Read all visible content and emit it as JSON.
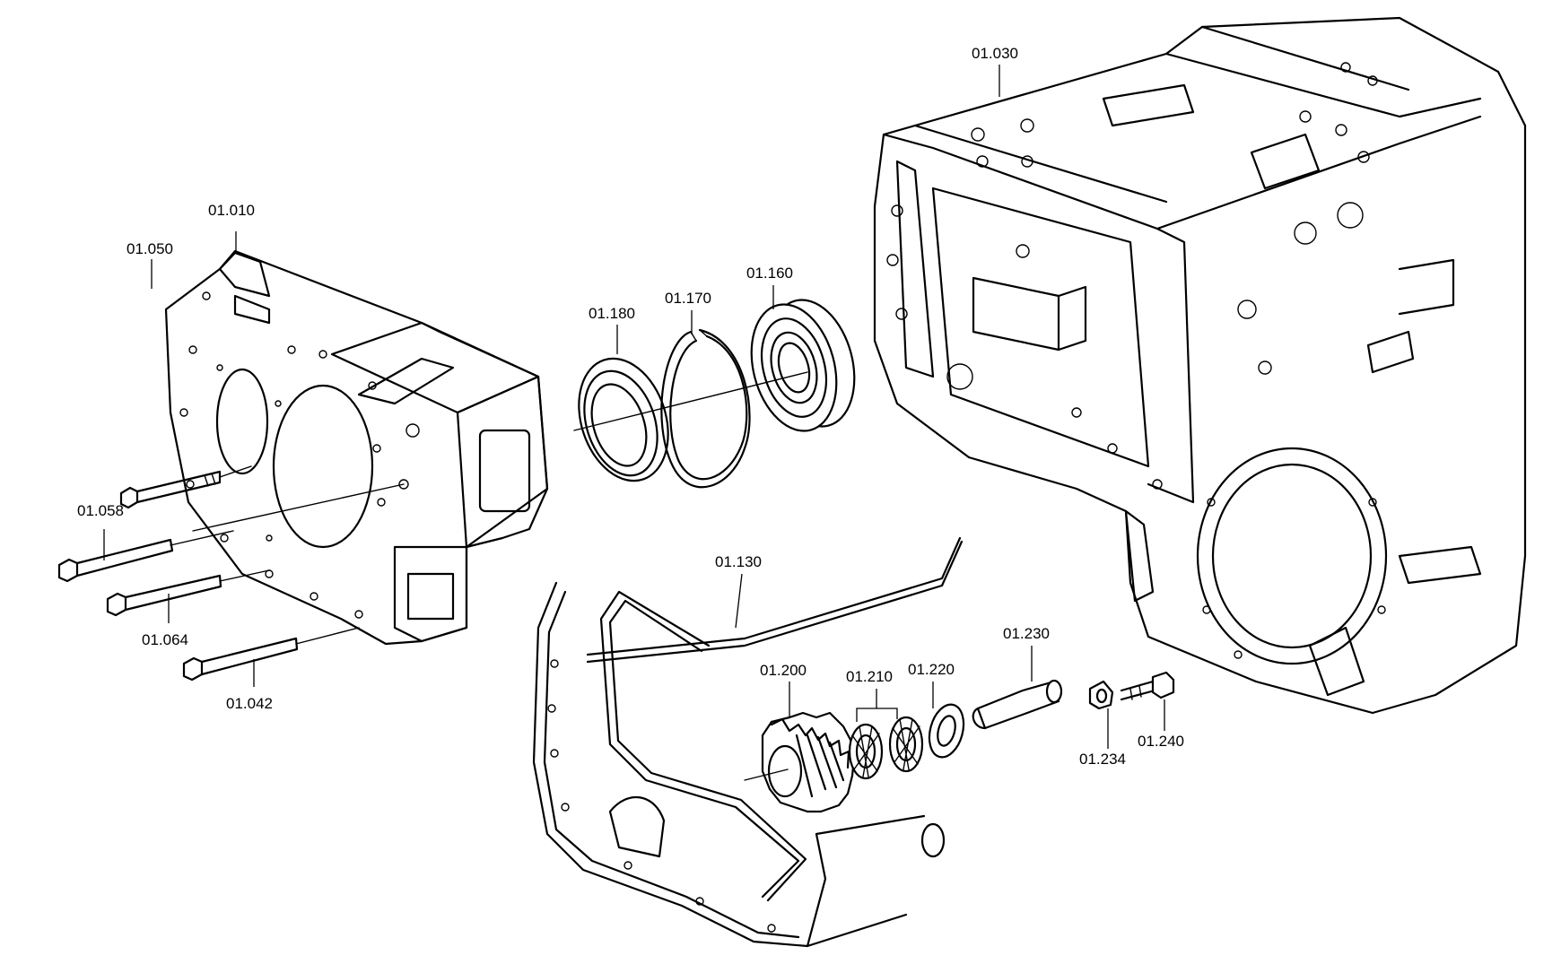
{
  "diagram": {
    "parts": [
      {
        "id": "01.010"
      },
      {
        "id": "01.030"
      },
      {
        "id": "01.050"
      },
      {
        "id": "01.058"
      },
      {
        "id": "01.064"
      },
      {
        "id": "01.042"
      },
      {
        "id": "01.180"
      },
      {
        "id": "01.170"
      },
      {
        "id": "01.160"
      },
      {
        "id": "01.130"
      },
      {
        "id": "01.200"
      },
      {
        "id": "01.210"
      },
      {
        "id": "01.220"
      },
      {
        "id": "01.230"
      },
      {
        "id": "01.234"
      },
      {
        "id": "01.240"
      }
    ]
  }
}
